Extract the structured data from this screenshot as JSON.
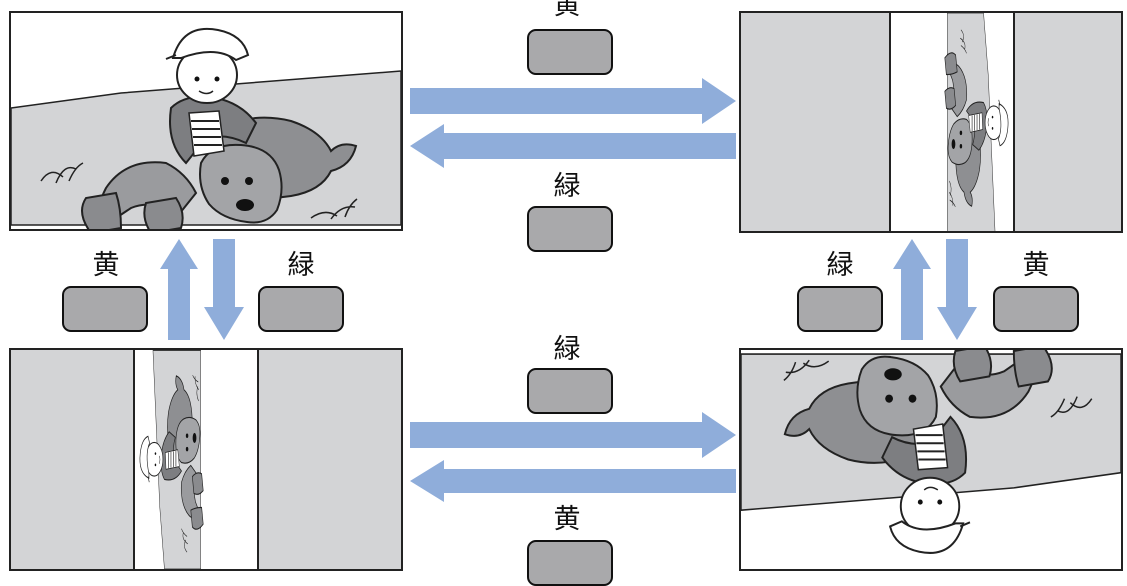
{
  "colors": {
    "arrow": "#8fadda",
    "button": "#a9a9ab",
    "panel_gray": "#d3d4d6"
  },
  "panels": [
    {
      "id": "top-left",
      "orientation": "upright"
    },
    {
      "id": "top-right",
      "orientation": "rotated-90-clockwise-pillarbox"
    },
    {
      "id": "bottom-left",
      "orientation": "rotated-90-counterclockwise-pillarbox"
    },
    {
      "id": "bottom-right",
      "orientation": "rotated-180"
    }
  ],
  "transitions": {
    "top_center": {
      "top_label": "黄",
      "bottom_label": "緑"
    },
    "bottom_center": {
      "top_label": "緑",
      "bottom_label": "黄"
    },
    "left": {
      "left_label": "黄",
      "right_label": "緑"
    },
    "right": {
      "left_label": "緑",
      "right_label": "黄"
    }
  },
  "icons": {
    "button": "rounded-rect-button",
    "arrow": "block-arrow"
  }
}
